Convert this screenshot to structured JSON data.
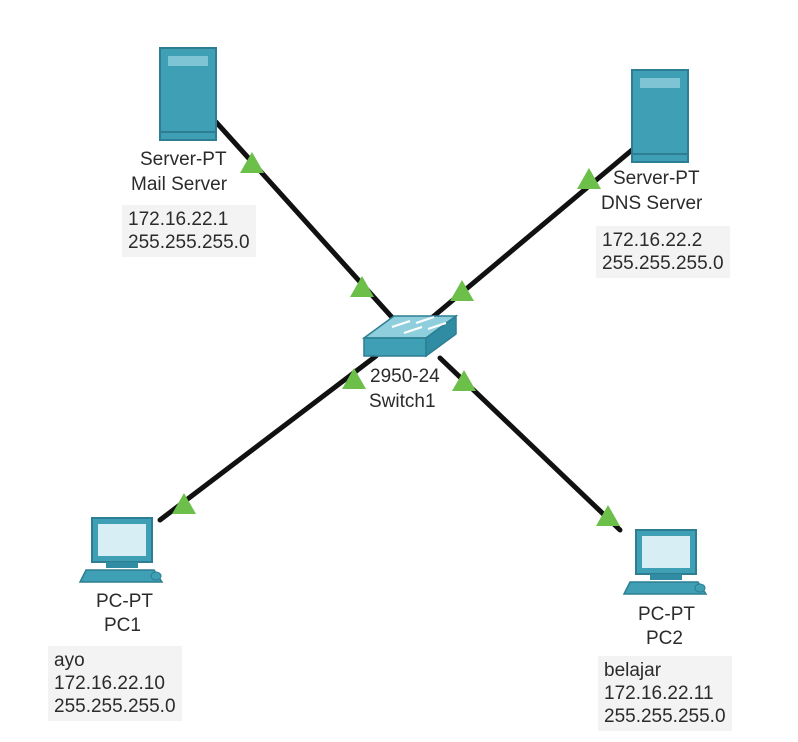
{
  "devices": {
    "mail_server": {
      "model": "Server-PT",
      "name": "Mail Server",
      "ip": "172.16.22.1",
      "mask": "255.255.255.0"
    },
    "dns_server": {
      "model": "Server-PT",
      "name": "DNS Server",
      "ip": "172.16.22.2",
      "mask": "255.255.255.0"
    },
    "switch": {
      "model": "2950-24",
      "name": "Switch1"
    },
    "pc1": {
      "model": "PC-PT",
      "name": "PC1",
      "note": "ayo",
      "ip": "172.16.22.10",
      "mask": "255.255.255.0"
    },
    "pc2": {
      "model": "PC-PT",
      "name": "PC2",
      "note": "belajar",
      "ip": "172.16.22.11",
      "mask": "255.255.255.0"
    }
  },
  "colors": {
    "link": "#111111",
    "link_status_up": "#6cc04a",
    "device_teal": "#3f9fb5",
    "note_background": "#f3f3f3"
  },
  "links": [
    {
      "from": "Mail Server",
      "to": "Switch1",
      "status": "up"
    },
    {
      "from": "DNS Server",
      "to": "Switch1",
      "status": "up"
    },
    {
      "from": "PC1",
      "to": "Switch1",
      "status": "up"
    },
    {
      "from": "PC2",
      "to": "Switch1",
      "status": "up"
    }
  ]
}
